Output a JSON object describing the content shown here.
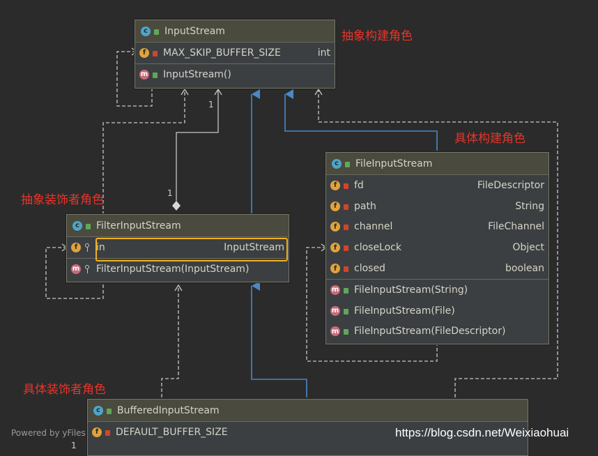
{
  "colors": {
    "background": "#2b2b2b",
    "node_fill": "#3c3f41",
    "header_fill": "#4a4a3e",
    "label_red": "#e8342a",
    "inheritance_arrow": "#4a88c7",
    "dependency_line": "#c8c8c8",
    "highlight": "#f0b21e"
  },
  "roles": {
    "abstract_component": "抽象构建角色",
    "concrete_component": "具体构建角色",
    "abstract_decorator": "抽象装饰者角色",
    "concrete_decorator": "具体装饰者角色"
  },
  "classes": {
    "input_stream": {
      "name": "InputStream",
      "badge": "c",
      "fields": [
        {
          "badge": "f",
          "visibility": "private",
          "name": "MAX_SKIP_BUFFER_SIZE",
          "type": "int"
        }
      ],
      "methods": [
        {
          "badge": "m",
          "visibility": "public",
          "name": "InputStream()"
        }
      ]
    },
    "file_input_stream": {
      "name": "FileInputStream",
      "badge": "c",
      "fields": [
        {
          "badge": "f",
          "visibility": "private",
          "name": "fd",
          "type": "FileDescriptor"
        },
        {
          "badge": "f",
          "visibility": "private",
          "name": "path",
          "type": "String"
        },
        {
          "badge": "f",
          "visibility": "private",
          "name": "channel",
          "type": "FileChannel"
        },
        {
          "badge": "f",
          "visibility": "private",
          "name": "closeLock",
          "type": "Object"
        },
        {
          "badge": "f",
          "visibility": "private",
          "name": "closed",
          "type": "boolean"
        }
      ],
      "methods": [
        {
          "badge": "m",
          "visibility": "public",
          "name": "FileInputStream(String)"
        },
        {
          "badge": "m",
          "visibility": "public",
          "name": "FileInputStream(File)"
        },
        {
          "badge": "m",
          "visibility": "public",
          "name": "FileInputStream(FileDescriptor)"
        }
      ]
    },
    "filter_input_stream": {
      "name": "FilterInputStream",
      "badge": "c",
      "fields": [
        {
          "badge": "f",
          "visibility": "package",
          "name": "in",
          "type": "InputStream"
        }
      ],
      "methods": [
        {
          "badge": "m",
          "visibility": "package",
          "name": "FilterInputStream(InputStream)"
        }
      ]
    },
    "buffered_input_stream": {
      "name": "BufferedInputStream",
      "badge": "c",
      "fields": [
        {
          "badge": "f",
          "visibility": "private",
          "name": "DEFAULT_BUFFER_SIZE"
        }
      ]
    }
  },
  "multiplicity": {
    "aggregation_top": "1",
    "aggregation_bottom": "1",
    "bottom_left": "1"
  },
  "footer": {
    "powered_by": "Powered by yFiles",
    "watermark": "https://blog.csdn.net/Weixiaohuai"
  }
}
